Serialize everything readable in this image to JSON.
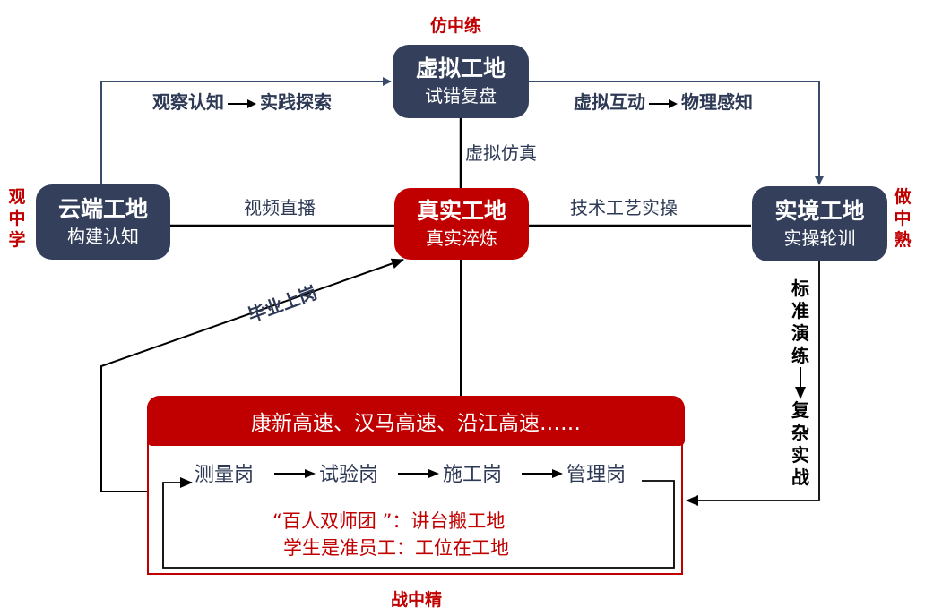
{
  "phases": {
    "top": "仿中练",
    "left": [
      "观",
      "中",
      "学"
    ],
    "right": [
      "做",
      "中",
      "熟"
    ],
    "bottom": "战中精"
  },
  "nodes": {
    "cloud": {
      "title": "云端工地",
      "subtitle": "构建认知"
    },
    "virtual": {
      "title": "虚拟工地",
      "subtitle": "试错复盘"
    },
    "real": {
      "title": "真实工地",
      "subtitle": "真实淬炼"
    },
    "practice": {
      "title": "实境工地",
      "subtitle": "实操轮训"
    }
  },
  "edges": {
    "cloud_to_virtual": {
      "from": "观察认知",
      "to": "实践探索"
    },
    "virtual_to_practice": {
      "from": "虚拟互动",
      "to": "物理感知"
    },
    "virtual_to_real": "虚拟仿真",
    "cloud_to_real": "视频直播",
    "real_to_practice": "技术工艺实操",
    "graduate": "毕业上岗",
    "practice_to_projects": {
      "from": [
        "标",
        "准",
        "演",
        "练"
      ],
      "to": [
        "复",
        "杂",
        "实",
        "战"
      ]
    }
  },
  "projects": {
    "header": "康新高速、汉马高速、沿江高速……",
    "posts": [
      "测量岗",
      "试验岗",
      "施工岗",
      "管理岗"
    ],
    "notes": [
      "“百人双师团 ”：讲台搬工地",
      "学生是准员工：工位在工地"
    ]
  },
  "colors": {
    "navy": "#333f5b",
    "red": "#c00000",
    "line_navy": "#3b4c6b"
  }
}
